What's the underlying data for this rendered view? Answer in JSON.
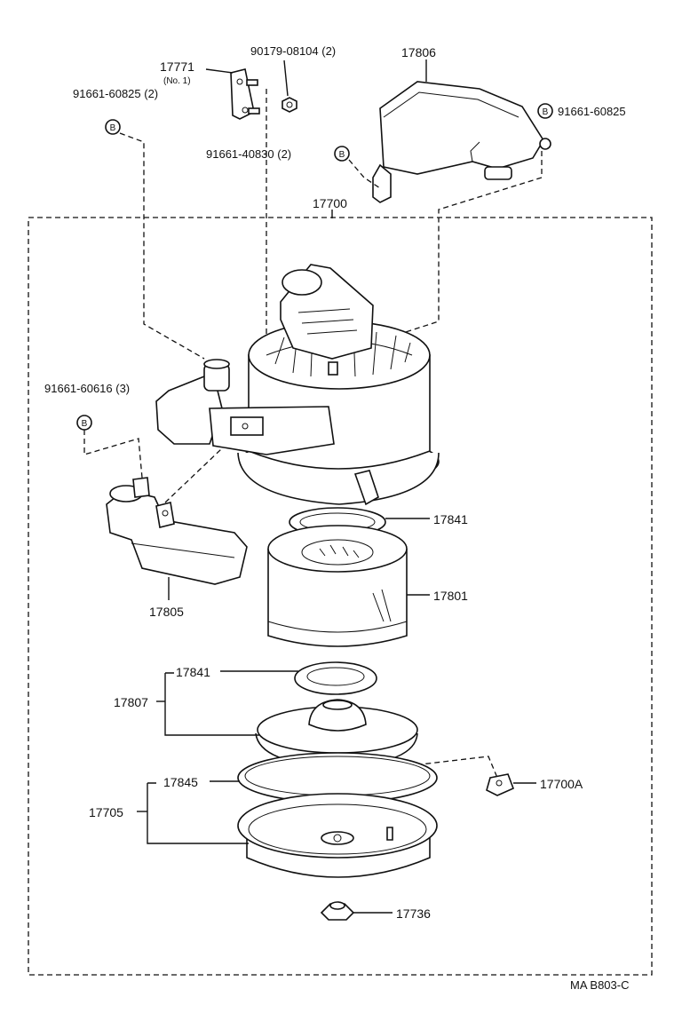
{
  "labels": {
    "p17771": "17771",
    "p17771_sub": "(No. 1)",
    "p90179": "90179-08104 (2)",
    "p17806": "17806",
    "p91661_60825_2": "91661-60825 (2)",
    "p91661_60825": "91661-60825",
    "p91661_40830": "91661-40830 (2)",
    "p17700": "17700",
    "p91661_60616": "91661-60616 (3)",
    "p17841_top": "17841",
    "p17801": "17801",
    "p17805": "17805",
    "p17841_low": "17841",
    "p17807": "17807",
    "p17845": "17845",
    "p17700A": "17700A",
    "p17705": "17705",
    "p17736": "17736",
    "footer_code": "MA B803-C",
    "bolt_symbol": "B"
  }
}
